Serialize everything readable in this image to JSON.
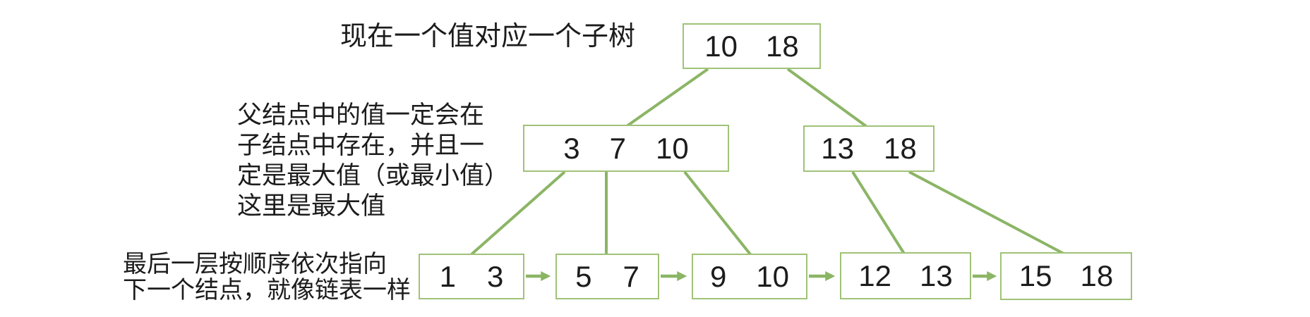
{
  "diagram": {
    "title_hint": "B+ tree structure illustration",
    "annotations": {
      "top_note": {
        "text": "现在一个值对应一个子树"
      },
      "parent_note": {
        "lines": [
          "父结点中的值一定会在",
          "子结点中存在，并且一",
          "定是最大值（或最小值）",
          "这里是最大值"
        ]
      },
      "leaf_note": {
        "lines": [
          "最后一层按顺序依次指向",
          "下一个结点，就像链表一样"
        ]
      }
    },
    "tree": {
      "root": {
        "keys": [
          "10",
          "18"
        ]
      },
      "internal": [
        {
          "keys": [
            "3",
            "7",
            "10"
          ]
        },
        {
          "keys": [
            "13",
            "18"
          ]
        }
      ],
      "leaves": [
        {
          "keys": [
            "1",
            "3"
          ]
        },
        {
          "keys": [
            "5",
            "7"
          ]
        },
        {
          "keys": [
            "9",
            "10"
          ]
        },
        {
          "keys": [
            "12",
            "13"
          ]
        },
        {
          "keys": [
            "15",
            "18"
          ]
        }
      ]
    }
  },
  "colors": {
    "edge": "#8bb565",
    "border": "#9fc278",
    "text": "#1c1c1c",
    "bg": "#ffffff"
  }
}
